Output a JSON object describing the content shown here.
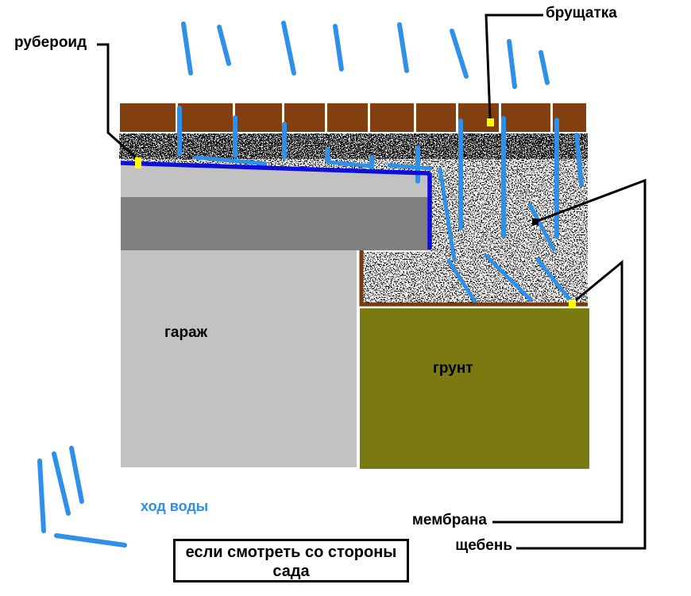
{
  "labels": {
    "ruberoid": "рубероид",
    "brushchatka": "брущатка",
    "garage": "гараж",
    "grunt": "грунт",
    "hod_vody": "ход воды",
    "membrana": "мембрана",
    "shcheben": "щебень",
    "caption_line1": "если смотреть со стороны",
    "caption_line2": "сада"
  },
  "colors": {
    "paving-brown": "#823F10",
    "membrane-brown": "#7B3A0D",
    "soil-olive": "#7B7A10",
    "slab-light": "#C2C2C2",
    "slab-dark": "#7F7F7F",
    "felt-blue": "#0D0DDC",
    "water-blue": "#2E90E8",
    "marker-yellow": "#FFFF00",
    "line-black": "#000000"
  }
}
